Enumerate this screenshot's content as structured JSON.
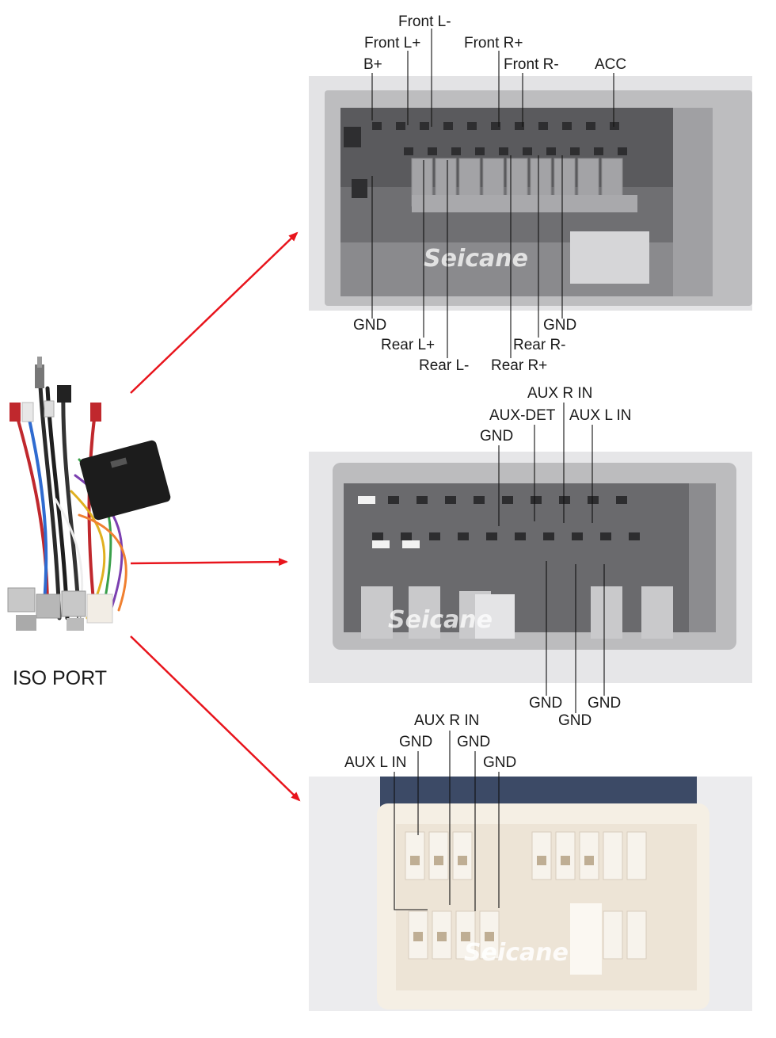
{
  "harness": {
    "title": "ISO PORT"
  },
  "connector_top": {
    "watermark": "Seicane",
    "labels_above": [
      "Front L-",
      "Front L+",
      "Front R+",
      "B+",
      "Front R-",
      "ACC"
    ],
    "labels_below": [
      "GND",
      "GND",
      "Rear L+",
      "Rear R-",
      "Rear L-",
      "Rear R+"
    ]
  },
  "connector_middle": {
    "watermark": "Seicane",
    "labels_above": [
      "AUX R IN",
      "AUX-DET",
      "AUX L IN",
      "GND"
    ],
    "labels_below": [
      "GND",
      "GND",
      "GND"
    ]
  },
  "connector_bottom": {
    "watermark": "Seicane",
    "labels_above": [
      "AUX R IN",
      "GND",
      "GND",
      "GND",
      "AUX L IN"
    ]
  },
  "colors": {
    "arrow": "#e8141c",
    "connector_grey": "#b9b9bb",
    "connector_white": "#f4ede2"
  }
}
